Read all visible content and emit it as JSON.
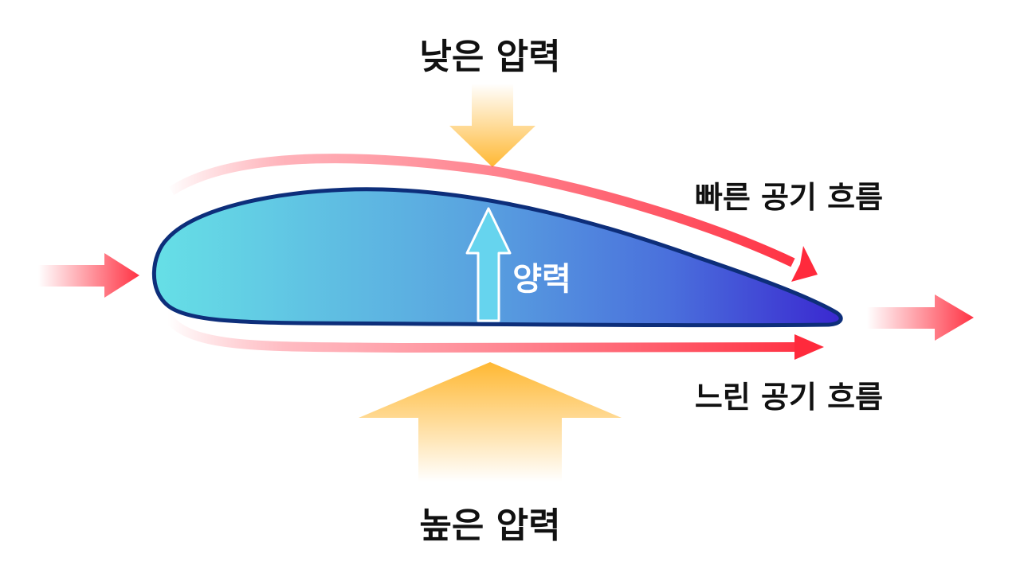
{
  "labels": {
    "low_pressure": "낮은 압력",
    "high_pressure": "높은 압력",
    "fast_flow": "빠른 공기 흐름",
    "slow_flow": "느린 공기 흐름",
    "lift": "양력"
  },
  "colors": {
    "text": "#111111",
    "lift_text": "#ffffff",
    "airfoil_outline": "#0d2e7a",
    "airfoil_leading": "#66e0e6",
    "airfoil_middle": "#5a8fe0",
    "airfoil_trailing": "#3a2ad0",
    "flow_arrow": "#ff3344",
    "pressure_arrow": "#ffb833",
    "lift_arrow": "#66d4ee"
  }
}
